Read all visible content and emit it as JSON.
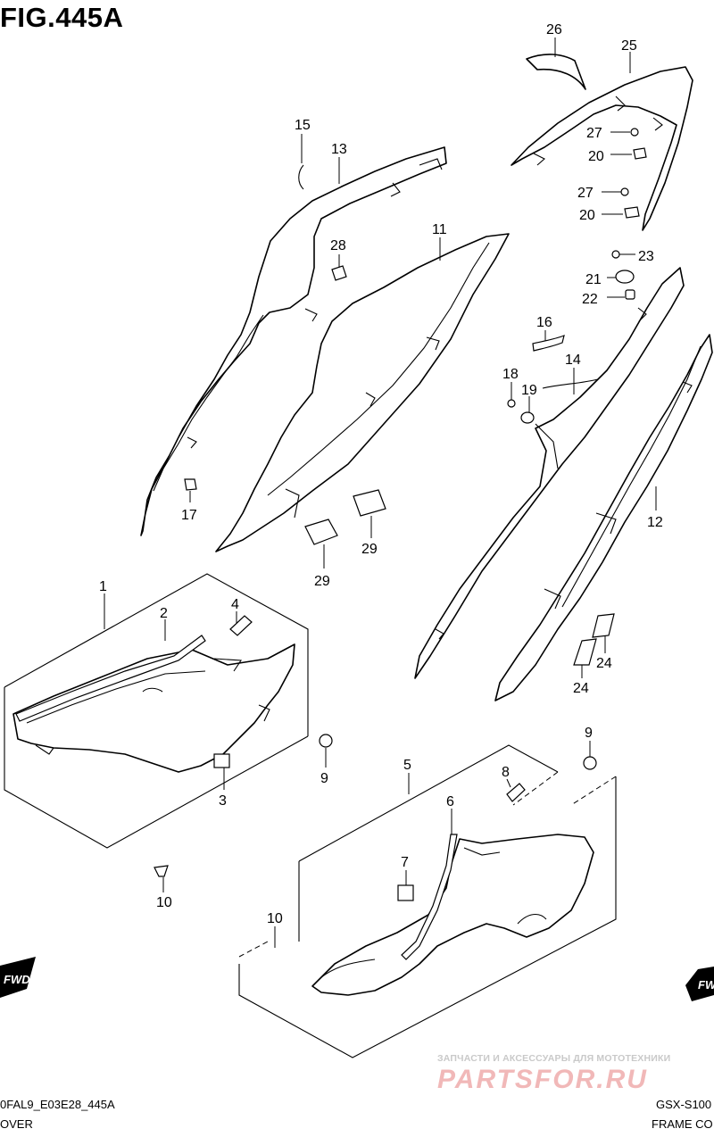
{
  "header": {
    "title": "FIG.445A"
  },
  "callouts": [
    {
      "id": "c1",
      "label": "1"
    },
    {
      "id": "c2",
      "label": "2"
    },
    {
      "id": "c3",
      "label": "3"
    },
    {
      "id": "c4",
      "label": "4"
    },
    {
      "id": "c5",
      "label": "5"
    },
    {
      "id": "c6",
      "label": "6"
    },
    {
      "id": "c7",
      "label": "7"
    },
    {
      "id": "c8",
      "label": "8"
    },
    {
      "id": "c9a",
      "label": "9"
    },
    {
      "id": "c9b",
      "label": "9"
    },
    {
      "id": "c10a",
      "label": "10"
    },
    {
      "id": "c10b",
      "label": "10"
    },
    {
      "id": "c11",
      "label": "11"
    },
    {
      "id": "c12",
      "label": "12"
    },
    {
      "id": "c13",
      "label": "13"
    },
    {
      "id": "c14",
      "label": "14"
    },
    {
      "id": "c15",
      "label": "15"
    },
    {
      "id": "c16",
      "label": "16"
    },
    {
      "id": "c17",
      "label": "17"
    },
    {
      "id": "c18",
      "label": "18"
    },
    {
      "id": "c19",
      "label": "19"
    },
    {
      "id": "c20a",
      "label": "20"
    },
    {
      "id": "c20b",
      "label": "20"
    },
    {
      "id": "c21",
      "label": "21"
    },
    {
      "id": "c22",
      "label": "22"
    },
    {
      "id": "c23",
      "label": "23"
    },
    {
      "id": "c24a",
      "label": "24"
    },
    {
      "id": "c24b",
      "label": "24"
    },
    {
      "id": "c25",
      "label": "25"
    },
    {
      "id": "c26",
      "label": "26"
    },
    {
      "id": "c27a",
      "label": "27"
    },
    {
      "id": "c27b",
      "label": "27"
    },
    {
      "id": "c28",
      "label": "28"
    },
    {
      "id": "c29a",
      "label": "29"
    },
    {
      "id": "c29b",
      "label": "29"
    }
  ],
  "fwd_badges": {
    "left": "FWD",
    "right": "FWD"
  },
  "footer": {
    "code": "0FAL9_E03E28_445A",
    "section": "OVER",
    "model": "GSX-S100",
    "group": "FRAME CO"
  },
  "watermark": {
    "line1": "ЗАПЧАСТИ И АКСЕССУАРЫ ДЛЯ МОТОТЕХНИКИ",
    "brand": "PARTSFOR.RU"
  }
}
